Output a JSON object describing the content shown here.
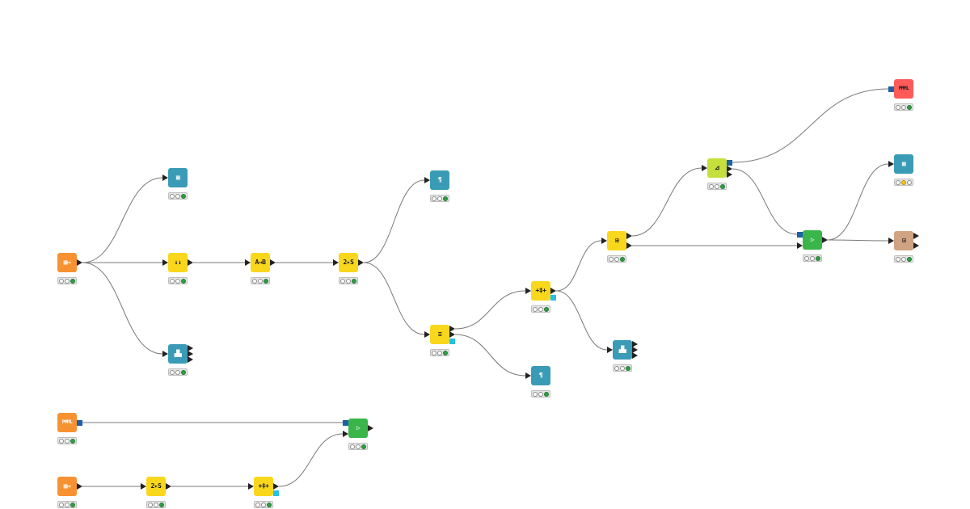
{
  "colors": {
    "manipulator": "#f9d71c",
    "source": "#f79233",
    "visualizer": "#3a9bb6",
    "predictor": "#3ab54a",
    "learner": "#c5e03c",
    "sink": "#ff5a5a",
    "other": "#d0a383",
    "status_green": "#2f9e44",
    "status_yellow": "#f5c518",
    "port_blue": "#1f5fa8",
    "port_cyan": "#26c0e6"
  },
  "nodes": [
    {
      "id": "n1",
      "category": "source",
      "icon": "table-reader-icon",
      "glyph": "▦→",
      "status": "executed"
    },
    {
      "id": "n2",
      "category": "visualizer",
      "icon": "table-view-icon",
      "glyph": "▦",
      "status": "executed"
    },
    {
      "id": "n3",
      "category": "manipulator",
      "icon": "column-filter-icon",
      "glyph": "↓↓",
      "status": "executed"
    },
    {
      "id": "n4",
      "category": "manipulator",
      "icon": "rename-column-icon",
      "glyph": "A→B",
      "status": "executed"
    },
    {
      "id": "n5",
      "category": "manipulator",
      "icon": "number-to-string-icon",
      "glyph": "2▸S",
      "status": "executed"
    },
    {
      "id": "n6",
      "category": "visualizer",
      "icon": "statistics-icon",
      "glyph": "▟▙",
      "status": "executed"
    },
    {
      "id": "n7",
      "category": "visualizer",
      "icon": "data-explorer-icon",
      "glyph": "¶",
      "status": "executed"
    },
    {
      "id": "n8",
      "category": "manipulator",
      "icon": "missing-value-icon",
      "glyph": "≡",
      "status": "executed"
    },
    {
      "id": "n9",
      "category": "visualizer",
      "icon": "data-explorer-icon",
      "glyph": "¶",
      "status": "executed"
    },
    {
      "id": "n10",
      "category": "manipulator",
      "icon": "normalizer-icon",
      "glyph": "+‡+",
      "status": "executed"
    },
    {
      "id": "n11",
      "category": "visualizer",
      "icon": "statistics-icon",
      "glyph": "▟▙",
      "status": "executed"
    },
    {
      "id": "n12",
      "category": "manipulator",
      "icon": "partitioning-icon",
      "glyph": "⊞",
      "status": "executed"
    },
    {
      "id": "n13",
      "category": "learner",
      "icon": "learner-icon",
      "glyph": "⊿",
      "status": "executed"
    },
    {
      "id": "n14",
      "category": "sink",
      "icon": "pmml-writer-icon",
      "glyph": "PMML",
      "status": "executed"
    },
    {
      "id": "n15",
      "category": "visualizer",
      "icon": "table-view-icon",
      "glyph": "▦",
      "status": "configured"
    },
    {
      "id": "n16",
      "category": "predictor",
      "icon": "predictor-icon",
      "glyph": "▷",
      "status": "executed"
    },
    {
      "id": "n17",
      "category": "other",
      "icon": "scorer-icon",
      "glyph": "⊡",
      "status": "executed"
    },
    {
      "id": "n18",
      "category": "source",
      "icon": "pmml-reader-icon",
      "glyph": "PMML",
      "status": "executed"
    },
    {
      "id": "n19",
      "category": "predictor",
      "icon": "predictor-icon",
      "glyph": "▷",
      "status": "executed"
    },
    {
      "id": "n20",
      "category": "source",
      "icon": "table-reader-icon",
      "glyph": "▦→",
      "status": "executed"
    },
    {
      "id": "n21",
      "category": "manipulator",
      "icon": "number-to-string-icon",
      "glyph": "2▸S",
      "status": "executed"
    },
    {
      "id": "n22",
      "category": "manipulator",
      "icon": "normalizer-icon",
      "glyph": "+‡+",
      "status": "executed"
    }
  ],
  "connections": [
    {
      "from": "n1",
      "to": "n2"
    },
    {
      "from": "n1",
      "to": "n3"
    },
    {
      "from": "n1",
      "to": "n6"
    },
    {
      "from": "n3",
      "to": "n4"
    },
    {
      "from": "n4",
      "to": "n5"
    },
    {
      "from": "n5",
      "to": "n7"
    },
    {
      "from": "n5",
      "to": "n8"
    },
    {
      "from": "n8",
      "to": "n10"
    },
    {
      "from": "n8",
      "to": "n9"
    },
    {
      "from": "n10",
      "to": "n12"
    },
    {
      "from": "n10",
      "to": "n11"
    },
    {
      "from": "n12",
      "to": "n13"
    },
    {
      "from": "n12",
      "to": "n16"
    },
    {
      "from": "n13",
      "to": "n14"
    },
    {
      "from": "n13",
      "to": "n16"
    },
    {
      "from": "n16",
      "to": "n15"
    },
    {
      "from": "n16",
      "to": "n17"
    },
    {
      "from": "n18",
      "to": "n19"
    },
    {
      "from": "n20",
      "to": "n21"
    },
    {
      "from": "n21",
      "to": "n22"
    },
    {
      "from": "n22",
      "to": "n19"
    }
  ]
}
